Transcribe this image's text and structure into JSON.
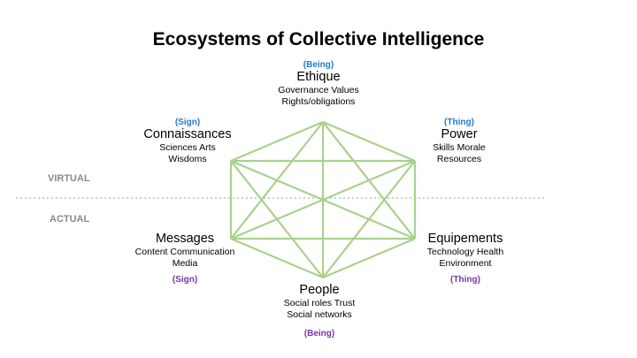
{
  "title": "Ecosystems of Collective Intelligence",
  "zones": {
    "virtual": "VIRTUAL",
    "actual": "ACTUAL"
  },
  "colors": {
    "edge": "#a9d18e",
    "virtual_tag": "#1f7bc8",
    "actual_tag": "#7a35a8",
    "divider": "#b0b0b0"
  },
  "nodes": {
    "ethique": {
      "tag": "(Being)",
      "name": "Ethique",
      "line1": "Governance Values",
      "line2": "Rights/obligations"
    },
    "connaissances": {
      "tag": "(Sign)",
      "name": "Connaissances",
      "line1": "Sciences Arts",
      "line2": "Wisdoms"
    },
    "power": {
      "tag": "(Thing)",
      "name": "Power",
      "line1": "Skills Morale",
      "line2": "Resources"
    },
    "messages": {
      "tag": "(Sign)",
      "name": "Messages",
      "line1": "Content Communication",
      "line2": "Media"
    },
    "equipements": {
      "tag": "(Thing)",
      "name": "Equipements",
      "line1": "Technology Health",
      "line2": "Environment"
    },
    "people": {
      "tag": "(Being)",
      "name": "People",
      "line1": "Social roles Trust",
      "line2": "Social networks"
    }
  }
}
